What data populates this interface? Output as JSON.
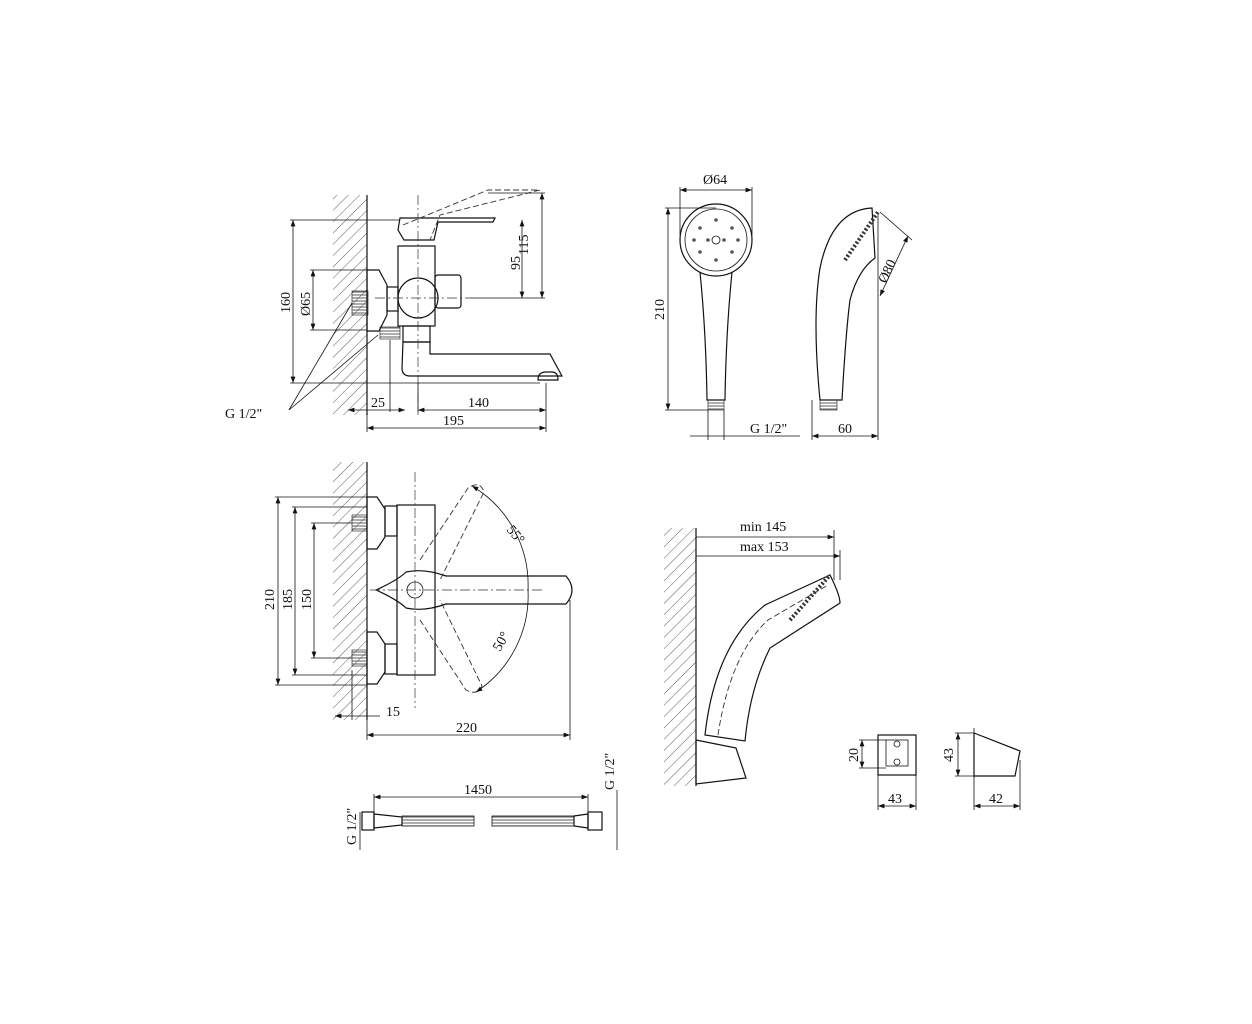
{
  "drawing": {
    "mixer_side": {
      "dim_115": "115",
      "dim_95": "95",
      "dim_160": "160",
      "dim_d65": "Ø65",
      "thread": "G 1/2\"",
      "dim_25": "25",
      "dim_140": "140",
      "dim_195": "195"
    },
    "shower_head": {
      "dim_d64": "Ø64",
      "dim_210": "210",
      "thread": "G 1/2\"",
      "dim_60": "60",
      "dim_d80": "Ø80"
    },
    "mixer_front": {
      "angle_up": "55°",
      "angle_down": "50°",
      "dim_210": "210",
      "dim_185": "185",
      "dim_150": "150",
      "dim_15": "15",
      "dim_220": "220"
    },
    "wall_holder": {
      "min": "min 145",
      "max": "max 153",
      "dim_20": "20",
      "dim_43_front": "43",
      "dim_43_side": "43",
      "dim_42": "42"
    },
    "hose": {
      "length": "1450",
      "thread_left": "G 1/2\"",
      "thread_right": "G 1/2\""
    }
  }
}
